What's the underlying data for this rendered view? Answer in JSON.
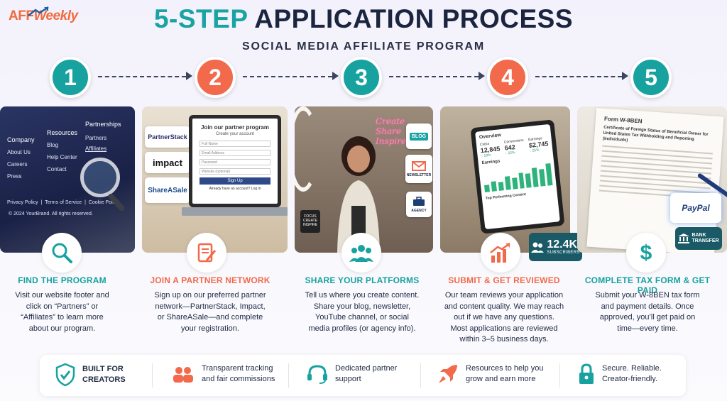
{
  "brand": {
    "aff": "AFF",
    "weekly": "Weekly"
  },
  "header": {
    "title_accent": "5-STEP",
    "title_rest": "APPLICATION PROCESS",
    "subtitle": "SOCIAL MEDIA AFFILIATE PROGRAM"
  },
  "colors": {
    "teal": "#17a2a0",
    "coral": "#f26a4b",
    "navy": "#1b2540"
  },
  "steps": [
    {
      "number": "1",
      "title": "FIND THE PROGRAM",
      "icon": "magnifier-icon",
      "desc": [
        "Visit our website footer and",
        "click on “Partners” or",
        "“Affiliates” to learn more",
        "about our program."
      ]
    },
    {
      "number": "2",
      "title": "JOIN A PARTNER NETWORK",
      "icon": "form-pen-icon",
      "desc": [
        "Sign up on our preferred partner",
        "network—PartnerStack, Impact,",
        "or ShareASale—and complete",
        "your registration."
      ]
    },
    {
      "number": "3",
      "title": "SHARE YOUR PLATFORMS",
      "icon": "people-group-icon",
      "desc": [
        "Tell us where you create content.",
        "Share your blog, newsletter,",
        "YouTube channel, or social",
        "media profiles (or agency info)."
      ]
    },
    {
      "number": "4",
      "title": "SUBMIT & GET REVIEWED",
      "icon": "growth-chart-icon",
      "desc": [
        "Our team reviews your application",
        "and content quality. We may reach",
        "out if we have any questions.",
        "Most applications are reviewed",
        "within 3–5 business days."
      ]
    },
    {
      "number": "5",
      "title": "COMPLETE TAX FORM & GET PAID",
      "icon": "dollar-icon",
      "desc": [
        "Submit your W-8BEN tax form",
        "and payment details. Once",
        "approved, you’ll get paid on",
        "time—every time."
      ]
    }
  ],
  "photo1": {
    "cols": [
      {
        "heading": "Company",
        "items": [
          "About Us",
          "Careers",
          "Press"
        ]
      },
      {
        "heading": "Resources",
        "items": [
          "Blog",
          "Help Center",
          "Contact"
        ]
      },
      {
        "heading": "Partnerships",
        "items": [
          "Partners",
          "Affiliates"
        ]
      }
    ],
    "legal": [
      "Privacy Policy",
      "Terms of Service",
      "Cookie Policy"
    ],
    "copyright": "© 2024 YourBrand. All rights reserved."
  },
  "photo2": {
    "networks": [
      "PartnerStack",
      "impact",
      "ShareASale"
    ],
    "form_title": "Join our partner program",
    "form_sub": "Create your account",
    "fields": [
      "Full Name",
      "Email Address",
      "Password",
      "Website (optional)"
    ],
    "button": "Sign Up",
    "login": "Already have an account? Log in"
  },
  "photo3": {
    "neon": [
      "Create",
      "Share",
      "Inspire"
    ],
    "badges": [
      "BLOG",
      "NEWSLETTER",
      "AGENCY"
    ],
    "mug": [
      "FOCUS",
      "CREATE",
      "INSPIRE"
    ]
  },
  "photo4": {
    "screen_title": "Overview",
    "kpis": [
      {
        "label": "Clicks",
        "value": "12,845",
        "delta": "↑ 18%"
      },
      {
        "label": "Conversions",
        "value": "642",
        "delta": "↑ 22%"
      },
      {
        "label": "Earnings",
        "value": "$2,745",
        "delta": "↑ 25%"
      }
    ],
    "chart_label": "Earnings",
    "table_title": "Top Performing Content",
    "subs_value": "12.4K",
    "subs_label": "SUBSCRIBERS"
  },
  "photo5": {
    "form_name": "Form W-8BEN",
    "form_desc": "Certificate of Foreign Status of Beneficial Owner for United States Tax Withholding and Reporting (Individuals)",
    "paypal": "PayPal",
    "bank": [
      "BANK",
      "TRANSFER"
    ]
  },
  "features": [
    {
      "icon": "shield-check-icon",
      "lines": [
        "BUILT FOR",
        "CREATORS"
      ],
      "bold": true
    },
    {
      "icon": "people-icon",
      "lines": [
        "Transparent tracking",
        "and fair commissions"
      ]
    },
    {
      "icon": "headset-icon",
      "lines": [
        "Dedicated partner",
        "support"
      ]
    },
    {
      "icon": "rocket-icon",
      "lines": [
        "Resources to help you",
        "grow and earn more"
      ]
    },
    {
      "icon": "lock-icon",
      "lines": [
        "Secure. Reliable.",
        "Creator-friendly."
      ]
    }
  ]
}
